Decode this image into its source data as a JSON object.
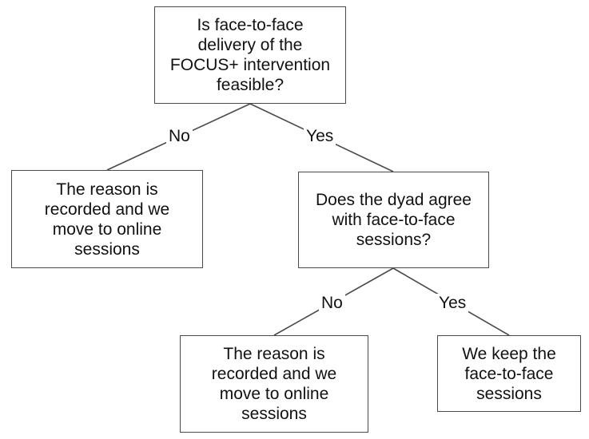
{
  "nodes": {
    "root": "Is face-to-face\ndelivery of the\nFOCUS+ intervention\nfeasible?",
    "left_outcome": "The reason is\nrecorded and we\nmove to online\nsessions",
    "dyad_question": "Does the dyad agree\nwith face-to-face\nsessions?",
    "dyad_no_outcome": "The reason is\nrecorded and we\nmove to online\nsessions",
    "dyad_yes_outcome": "We keep the\nface-to-face\nsessions"
  },
  "edges": {
    "root_no": "No",
    "root_yes": "Yes",
    "dyad_no": "No",
    "dyad_yes": "Yes"
  },
  "colors": {
    "line": "#4a4a4a",
    "box_border": "#4a4a4a",
    "text": "#111111",
    "background": "#ffffff"
  }
}
